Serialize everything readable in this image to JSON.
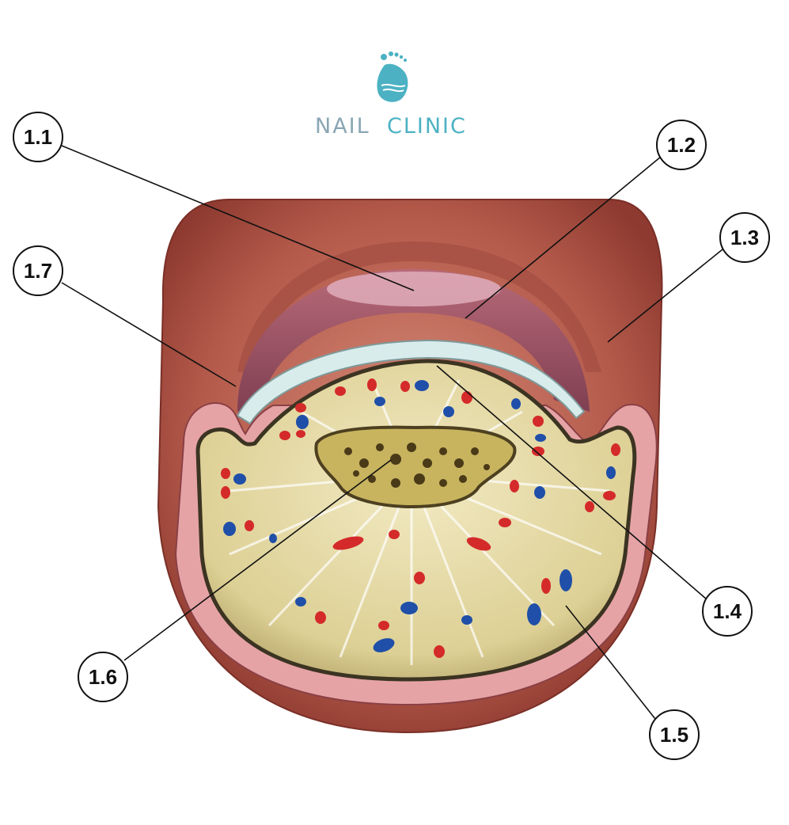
{
  "logo": {
    "word1": "NAIL",
    "word2": "CLINIC",
    "word1_color": "#8aa6b4",
    "word2_color": "#4cb2c3",
    "icon": "foot-icon"
  },
  "callouts": [
    {
      "id": "c11",
      "label": "1.1"
    },
    {
      "id": "c12",
      "label": "1.2"
    },
    {
      "id": "c13",
      "label": "1.3"
    },
    {
      "id": "c14",
      "label": "1.4"
    },
    {
      "id": "c15",
      "label": "1.5"
    },
    {
      "id": "c16",
      "label": "1.6"
    },
    {
      "id": "c17",
      "label": "1.7"
    }
  ],
  "colors": {
    "skin": "#b45a4b",
    "skin_dark": "#8e3a30",
    "nail_bed": "#c07a86",
    "nail_plate": "#d9ecec",
    "dermis": "#e4d8a2",
    "bone": "#c8b45e",
    "artery": "#d42a2a",
    "vein": "#1f4fa8",
    "membrane": "#e6a3a6"
  }
}
